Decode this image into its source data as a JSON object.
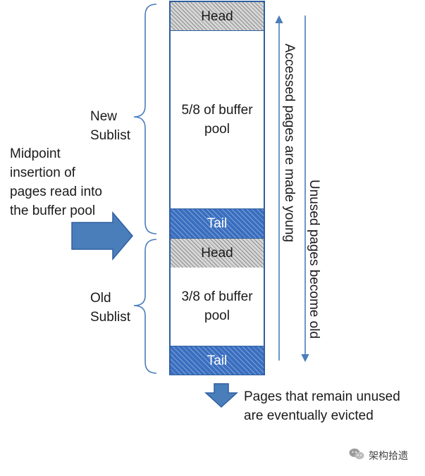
{
  "buffer": {
    "new_head": "Head",
    "new_body": "5/8 of buffer\npool",
    "new_tail": "Tail",
    "old_head": "Head",
    "old_body": "3/8 of buffer\npool",
    "old_tail": "Tail"
  },
  "labels": {
    "new_sublist": "New\nSublist",
    "old_sublist": "Old\nSublist",
    "midpoint": "Midpoint\ninsertion of\npages read into\nthe buffer pool",
    "accessed": "Accessed pages are made young",
    "unused": "Unused pages become old",
    "evicted": "Pages that remain unused\nare eventually evicted"
  },
  "watermark": {
    "text": "架构拾遗",
    "icon": "wechat-icon"
  },
  "colors": {
    "tail_fill": "#3a6ebf",
    "arrow": "#4a7ebb",
    "outline": "#2e5fa0",
    "brace": "#4a7ebb"
  }
}
